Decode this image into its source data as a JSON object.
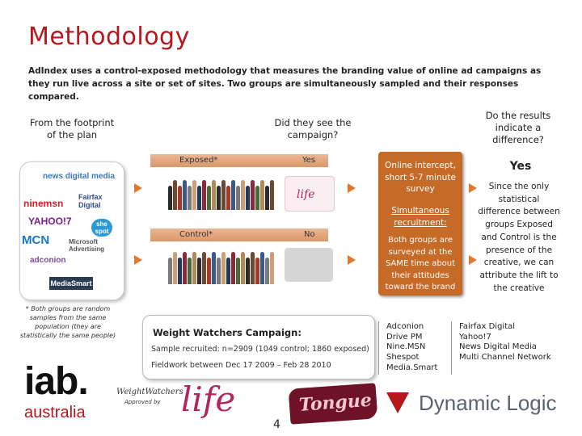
{
  "title": "Methodology",
  "intro": "AdIndex uses a control-exposed methodology that measures the branding value of online ad campaigns as they run live across a site or set of sites. Two groups are simultaneously sampled and their responses compared.",
  "headers": {
    "footprint": "From the footprint of the plan",
    "see_campaign": "Did they see the campaign?",
    "results": "Do the results indicate a difference?"
  },
  "bars": {
    "exposed": "Exposed*",
    "yes": "Yes",
    "control": "Control*",
    "no": "No"
  },
  "plan_logos": [
    "news digital media",
    "ninemsn",
    "Fairfax Digital",
    "YAHOO!7",
    "she spot",
    "MCN",
    "Microsoft Advertising",
    "adconion",
    "MediaSmart"
  ],
  "life_logo": "life",
  "method_box": {
    "intercept": "Online intercept, short 5-7 minute survey",
    "recruitment": "Simultaneous recruitment:",
    "surveyed": "Both groups are surveyed at the SAME time about their attitudes toward the brand"
  },
  "result": {
    "answer": "Yes",
    "explanation": "Since the only statistical difference between groups Exposed and Control is the presence of the creative, we can attribute the lift to the creative"
  },
  "footnote": "* Both groups are random samples from the same population (they are statistically the same people)",
  "campaign": {
    "title": "Weight Watchers Campaign:",
    "sample": "Sample recruited: n=2909 (1049 control; 1860 exposed)",
    "fieldwork": "Fieldwork between Dec 17 2009 – Feb 28 2010"
  },
  "sites_col1": [
    "Adconion",
    "Drive PM",
    "Nine.MSN",
    "Shespot",
    "Media.Smart"
  ],
  "sites_col2": [
    "Fairfax Digital",
    "Yahoo!7",
    "News Digital Media",
    "Multi Channel Network"
  ],
  "footer_logos": {
    "iab_top": "iab.",
    "iab_bottom": "australia",
    "ww_top": "WeightWatchers",
    "ww_sub": "Approved by",
    "ww_life": "life",
    "tongue": "Tongue",
    "dynamic": "Dynamic Logic"
  },
  "page_number": "4",
  "colors": {
    "title_red": "#b5171c",
    "orange_box": "#c66a28",
    "arrow": "#e07a30",
    "dynamic_logic": "#5a6470"
  }
}
